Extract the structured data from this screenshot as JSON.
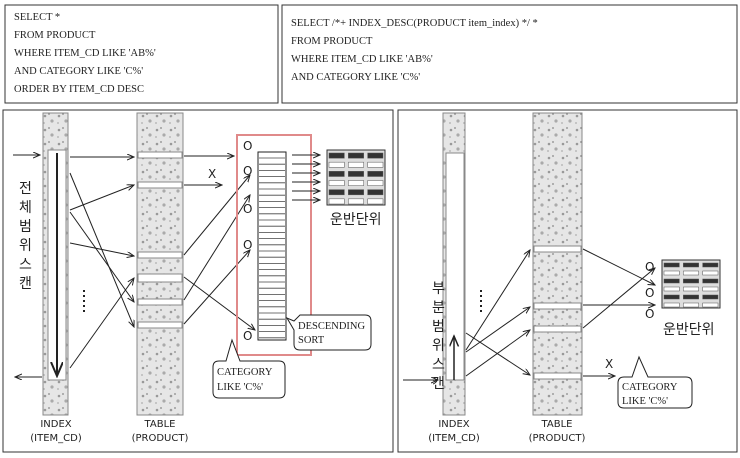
{
  "left": {
    "sql": [
      "SELECT *",
      "FROM PRODUCT",
      "WHERE ITEM_CD     LIKE 'AB%'",
      "    AND CATEGORY LIKE 'C%'",
      "ORDER BY ITEM_CD DESC"
    ],
    "scan_label": [
      "전",
      "체",
      "범",
      "위",
      "스",
      "캔"
    ],
    "index_label": [
      "INDEX",
      "(ITEM_CD)"
    ],
    "table_label": [
      "TABLE",
      "(PRODUCT)"
    ],
    "output_label": "운반단위",
    "sort_bubble": [
      "DESCENDING",
      "SORT"
    ],
    "filter_bubble": [
      "CATEGORY",
      "LIKE 'C%'"
    ],
    "highlight_color": "#e08a8a"
  },
  "right": {
    "sql": [
      "SELECT /*+ INDEX_DESC(PRODUCT  item_index) */  *",
      "FROM PRODUCT",
      "WHERE ITEM_CD     LIKE 'AB%'",
      "    AND CATEGORY LIKE 'C%'"
    ],
    "scan_label": [
      "부",
      "분",
      "범",
      "위",
      "스",
      "캔"
    ],
    "index_label": [
      "INDEX",
      "(ITEM_CD)"
    ],
    "table_label": [
      "TABLE",
      "(PRODUCT)"
    ],
    "output_label": "운반단위",
    "filter_bubble": [
      "CATEGORY",
      "LIKE 'C%'"
    ]
  },
  "markers": {
    "pass": "O",
    "reject": "X"
  }
}
